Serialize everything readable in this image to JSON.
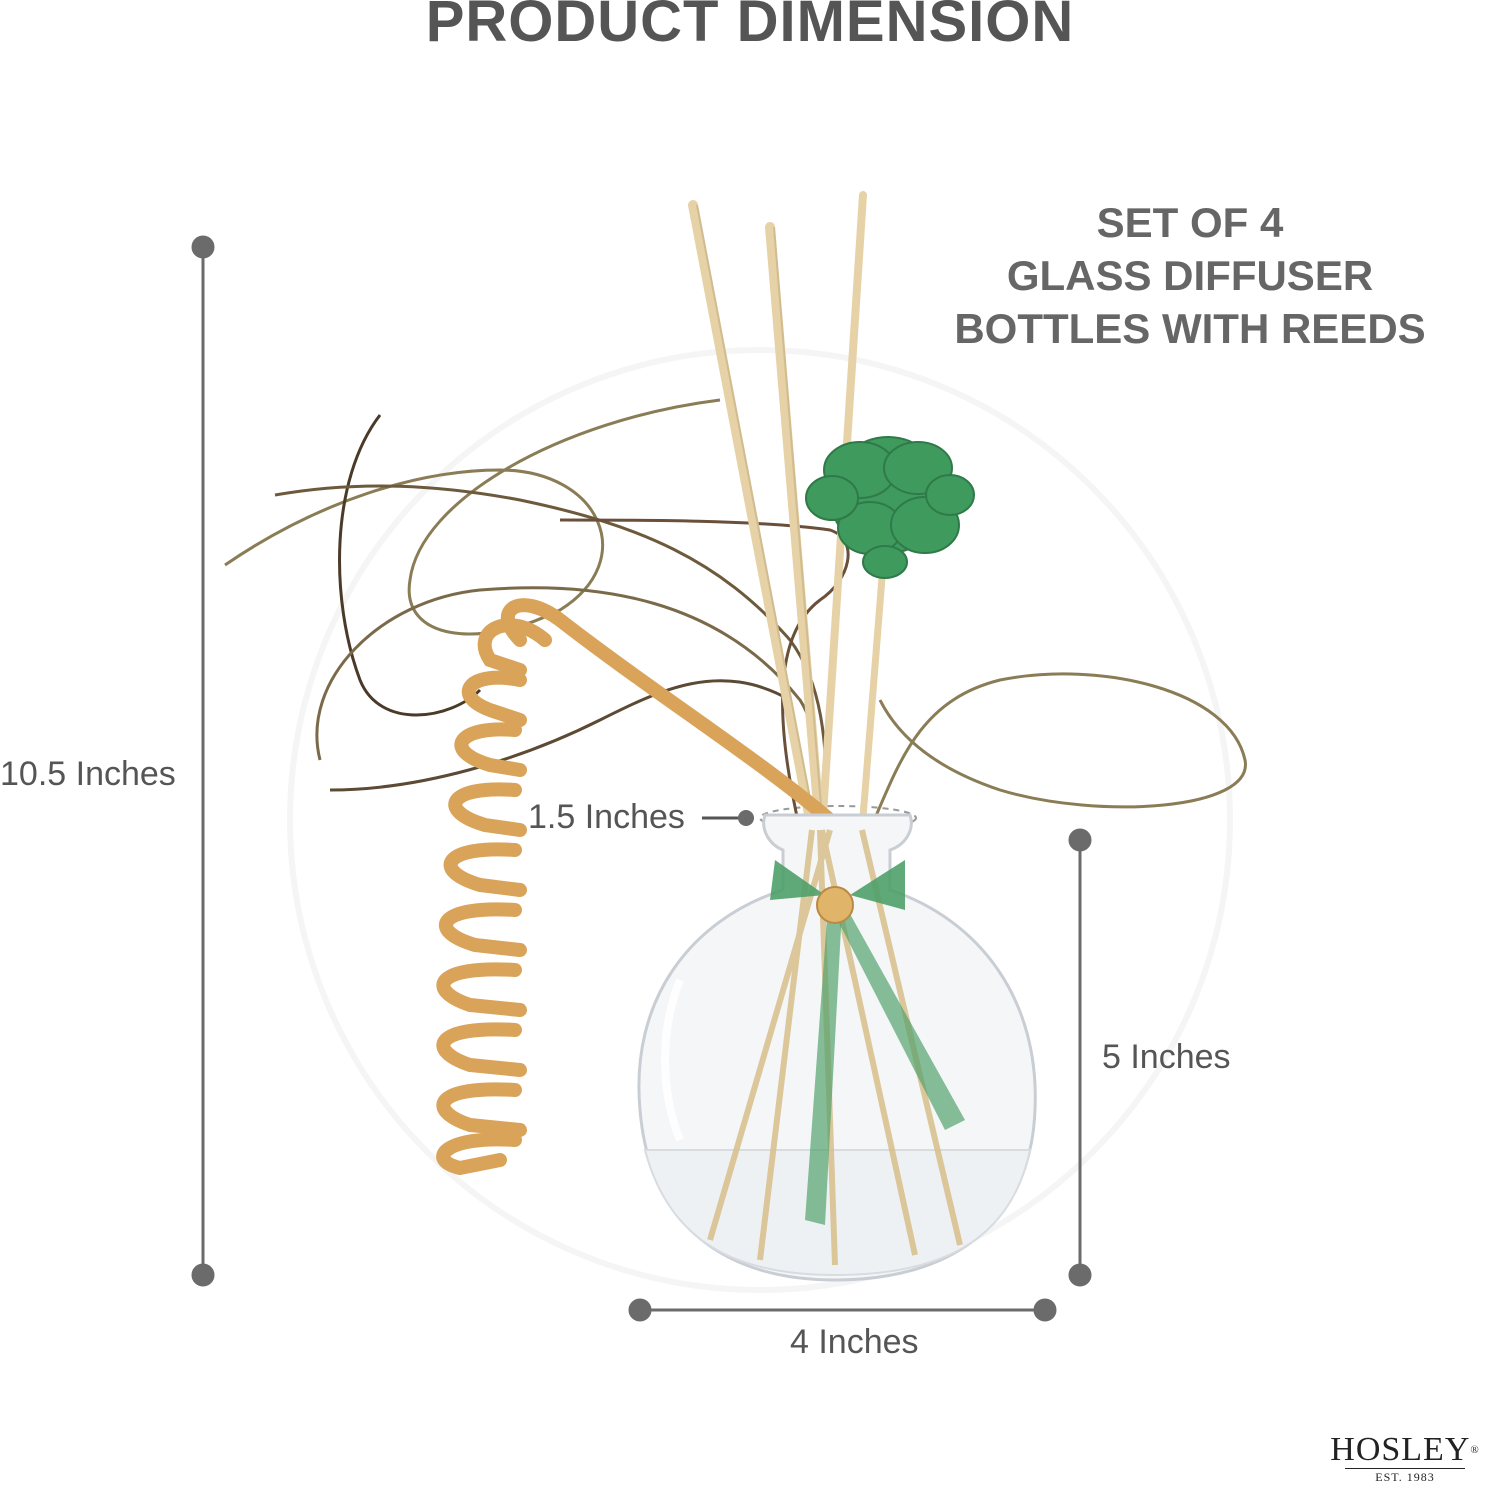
{
  "header": {
    "title": "PRODUCT DIMENSION"
  },
  "product": {
    "lines": [
      "SET OF 4",
      "GLASS DIFFUSER",
      "BOTTLES WITH REEDS"
    ]
  },
  "dimensions": {
    "height_total": "10.5 Inches",
    "neck_diameter": "1.5 Inches",
    "bottle_height": "5 Inches",
    "bottle_width": "4 Inches"
  },
  "brand": {
    "name": "HOSLEY",
    "registered": "®",
    "established": "EST. 1983"
  },
  "colors": {
    "text": "#555555",
    "dimension_line": "#6b6b6b",
    "flower": "#3f9a5e",
    "reed": "#e6d2a6",
    "rattan": "#d9a35a"
  }
}
